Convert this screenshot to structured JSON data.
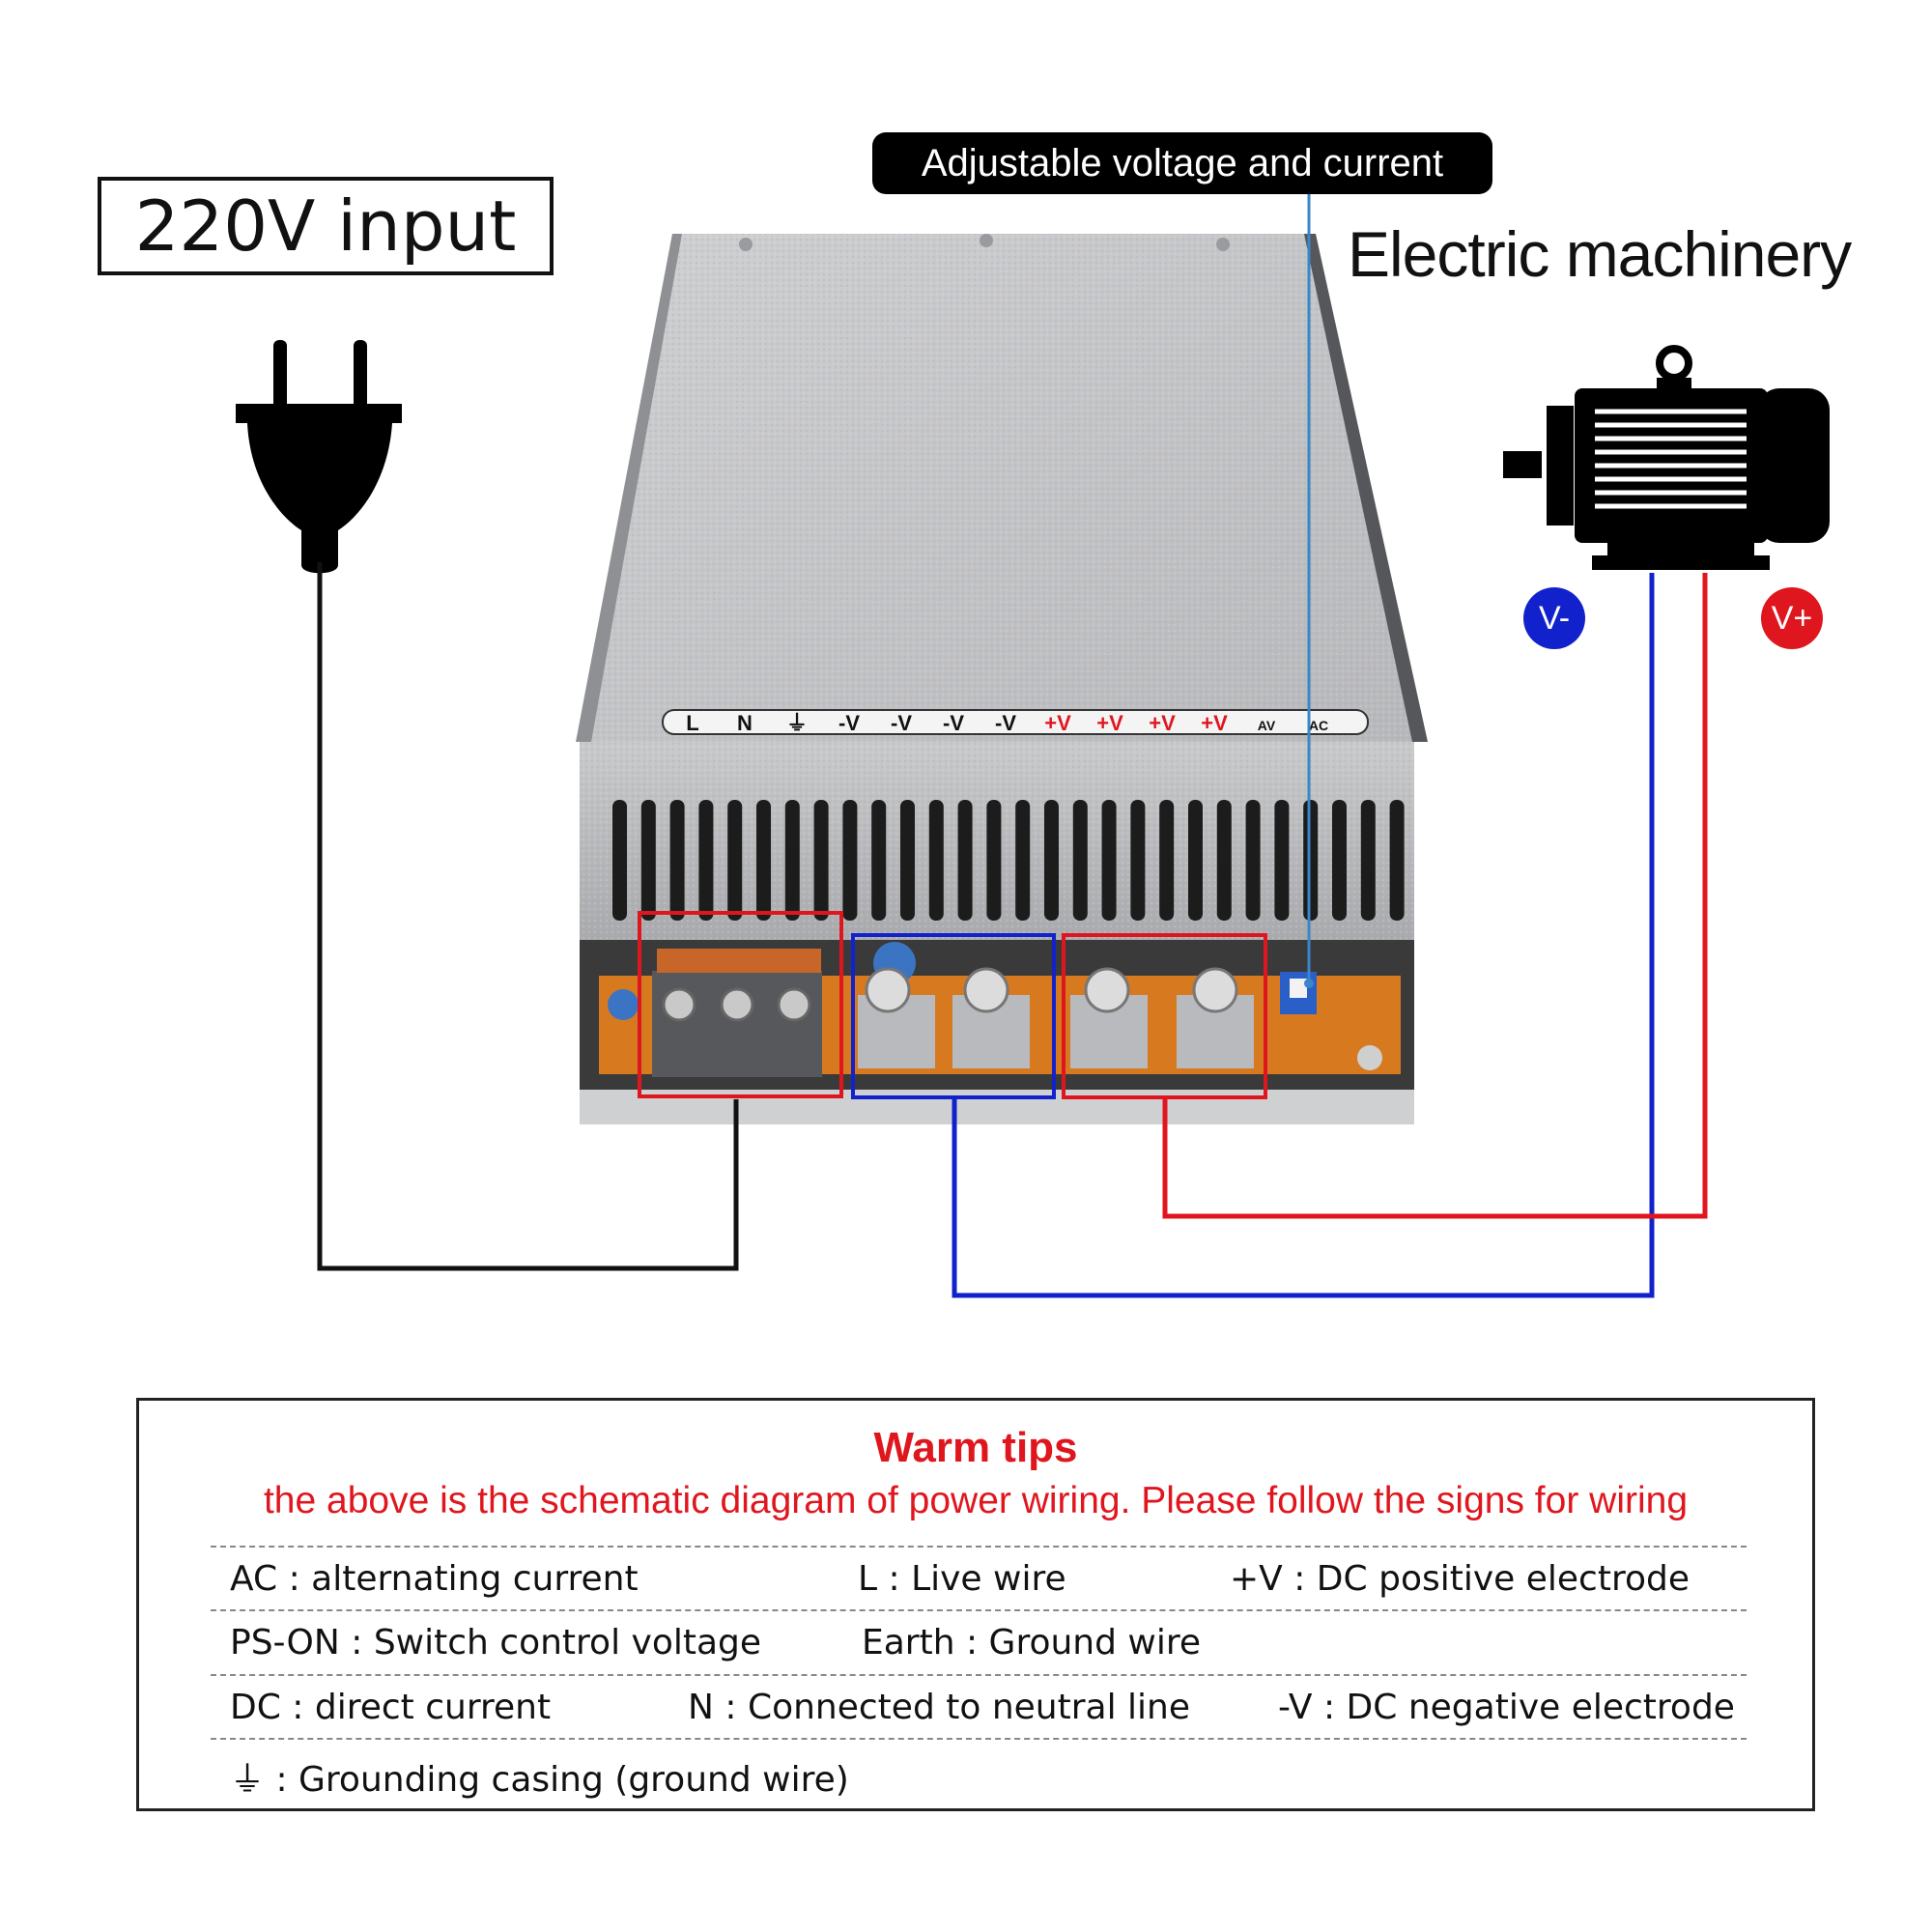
{
  "input_label": "220V input",
  "adjust_label": "Adjustable voltage and current",
  "machine_label": "Electric machinery",
  "badges": {
    "vminus": "V-",
    "vplus": "V+"
  },
  "terminal_strip": {
    "labels": [
      "L",
      "N",
      "⏚",
      "-V",
      "-V",
      "-V",
      "-V",
      "+V",
      "+V",
      "+V",
      "+V",
      "AV",
      "AC"
    ]
  },
  "colors": {
    "positive": "#e0161e",
    "negative": "#1122cc",
    "ac": "#111111"
  },
  "tips": {
    "title": "Warm tips",
    "subtitle": "the above is the schematic diagram of power wiring. Please follow the signs for wiring",
    "rows": [
      [
        "AC : alternating current",
        "L : Live wire",
        "+V : DC positive electrode"
      ],
      [
        "PS-ON : Switch control voltage",
        "Earth : Ground wire"
      ],
      [
        "DC : direct current",
        "N : Connected to neutral line",
        "-V : DC negative electrode"
      ],
      [
        "⏚ : Grounding casing (ground wire)"
      ]
    ]
  }
}
